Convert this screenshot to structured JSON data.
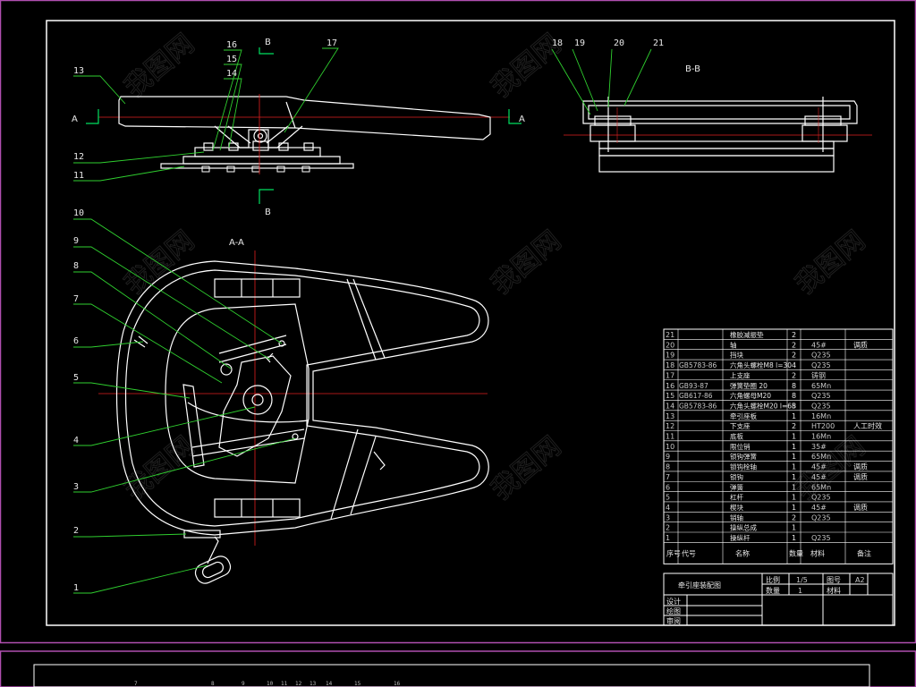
{
  "colors": {
    "background": "#000000",
    "frame_outer": "#b04fb0",
    "frame_inner": "#ffffff",
    "part_line": "#ffffff",
    "leader_line": "#2fcf2f",
    "section_line": "#00e060",
    "center_line": "#e02020",
    "table_text": "#e8e8e8",
    "table_text_alt": "#c8c8c8",
    "watermark": "#3a3a3a"
  },
  "top_view": {
    "callouts": [
      "13",
      "12",
      "11",
      "16",
      "15",
      "14",
      "17"
    ],
    "section_marks": {
      "a_left": "A",
      "a_right": "A",
      "b_top": "B",
      "b_bottom": "B"
    }
  },
  "section_b": {
    "title": "B-B",
    "callouts": [
      "18",
      "19",
      "20",
      "21"
    ]
  },
  "section_a": {
    "title": "A-A",
    "callouts": [
      "10",
      "9",
      "8",
      "7",
      "6",
      "5",
      "4",
      "3",
      "2",
      "1"
    ]
  },
  "bottom_strip_numbers": [
    "7",
    "8",
    "9",
    "10",
    "11",
    "12",
    "13",
    "14",
    "15",
    "16"
  ],
  "parts_table": {
    "columns": [
      "序号",
      "代号",
      "名称",
      "数量",
      "材料",
      "备注"
    ],
    "rows": [
      {
        "no": "21",
        "code": "",
        "name": "橡胶减振垫",
        "qty": "2",
        "mat": "",
        "note": ""
      },
      {
        "no": "20",
        "code": "",
        "name": "轴",
        "qty": "2",
        "mat": "45#",
        "note": "调质"
      },
      {
        "no": "19",
        "code": "",
        "name": "挡块",
        "qty": "2",
        "mat": "Q235",
        "note": ""
      },
      {
        "no": "18",
        "code": "GB5783-86",
        "name": "六角头螺栓M8 l=30",
        "qty": "4",
        "mat": "Q235",
        "note": ""
      },
      {
        "no": "17",
        "code": "",
        "name": "上支座",
        "qty": "2",
        "mat": "铸钢",
        "note": ""
      },
      {
        "no": "16",
        "code": "GB93-87",
        "name": "弹簧垫圈 20",
        "qty": "8",
        "mat": "65Mn",
        "note": ""
      },
      {
        "no": "15",
        "code": "GB617-86",
        "name": "六角螺母M20",
        "qty": "8",
        "mat": "Q235",
        "note": ""
      },
      {
        "no": "14",
        "code": "GB5783-86",
        "name": "六角头螺栓M20 l=65",
        "qty": "8",
        "mat": "Q235",
        "note": ""
      },
      {
        "no": "13",
        "code": "",
        "name": "牵引座板",
        "qty": "1",
        "mat": "16Mn",
        "note": ""
      },
      {
        "no": "12",
        "code": "",
        "name": "下支座",
        "qty": "2",
        "mat": "HT200",
        "note": "人工时效"
      },
      {
        "no": "11",
        "code": "",
        "name": "底板",
        "qty": "1",
        "mat": "16Mn",
        "note": ""
      },
      {
        "no": "10",
        "code": "",
        "name": "限位销",
        "qty": "1",
        "mat": "35#",
        "note": ""
      },
      {
        "no": "9",
        "code": "",
        "name": "锁钩弹簧",
        "qty": "1",
        "mat": "65Mn",
        "note": ""
      },
      {
        "no": "8",
        "code": "",
        "name": "锁钩栓轴",
        "qty": "1",
        "mat": "45#",
        "note": "调质"
      },
      {
        "no": "7",
        "code": "",
        "name": "锁钩",
        "qty": "1",
        "mat": "45#",
        "note": "调质"
      },
      {
        "no": "6",
        "code": "",
        "name": "弹簧",
        "qty": "1",
        "mat": "65Mn",
        "note": ""
      },
      {
        "no": "5",
        "code": "",
        "name": "杠杆",
        "qty": "1",
        "mat": "Q235",
        "note": ""
      },
      {
        "no": "4",
        "code": "",
        "name": "楔块",
        "qty": "1",
        "mat": "45#",
        "note": "调质"
      },
      {
        "no": "3",
        "code": "",
        "name": "销轴",
        "qty": "2",
        "mat": "Q235",
        "note": ""
      },
      {
        "no": "2",
        "code": "",
        "name": "操纵总成",
        "qty": "1",
        "mat": "",
        "note": ""
      },
      {
        "no": "1",
        "code": "",
        "name": "操纵杆",
        "qty": "1",
        "mat": "Q235",
        "note": ""
      }
    ]
  },
  "title_block": {
    "drawing_title": "牵引座装配图",
    "scale_label": "比例",
    "scale_value": "1/5",
    "drawing_no_label": "图号",
    "drawing_no_value": "A2",
    "qty_label": "数量",
    "qty_value": "1",
    "material_label": "材料",
    "designer_label": "设计",
    "drafter_label": "绘图",
    "checker_label": "审阅"
  },
  "watermark_text": "我图网"
}
